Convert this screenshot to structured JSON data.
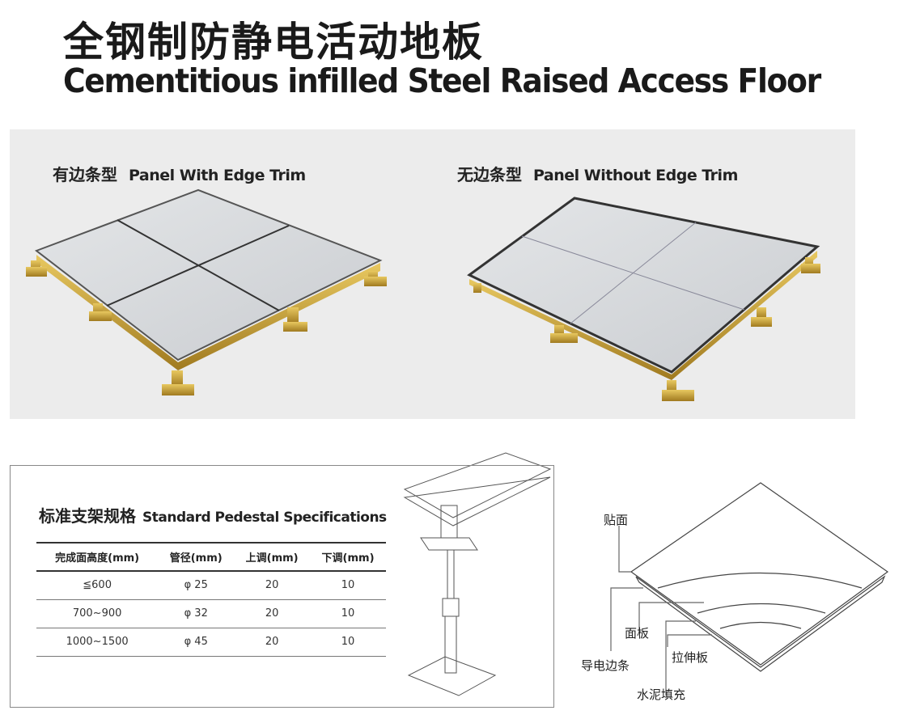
{
  "title": {
    "cn": "全钢制防静电活动地板",
    "en": "Cementitious infilled Steel Raised Access Floor"
  },
  "panels": [
    {
      "cn": "有边条型",
      "en": "Panel With Edge Trim"
    },
    {
      "cn": "无边条型",
      "en": "Panel Without Edge Trim"
    }
  ],
  "spec": {
    "title_cn": "标准支架规格",
    "title_en": "Standard Pedestal Specifications",
    "headers": [
      "完成面高度(mm)",
      "管径(mm)",
      "上调(mm)",
      "下调(mm)"
    ],
    "rows": [
      [
        "≦600",
        "φ 25",
        "20",
        "10"
      ],
      [
        "700~900",
        "φ 32",
        "20",
        "10"
      ],
      [
        "1000~1500",
        "φ 45",
        "20",
        "10"
      ]
    ]
  },
  "diagram": {
    "labels": [
      "贴面",
      "面板",
      "导电边条",
      "拉伸板",
      "水泥填充"
    ]
  }
}
